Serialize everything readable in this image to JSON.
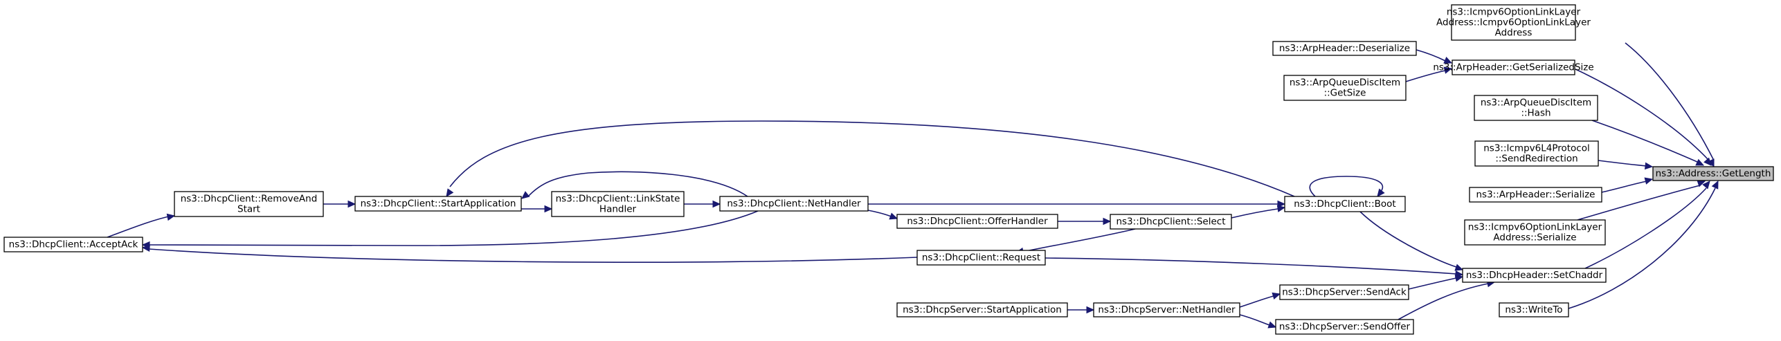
{
  "colors": {
    "edge": "#191970",
    "node_border": "#000000",
    "node_fill": "#ffffff",
    "root_fill": "#bfbfbf"
  },
  "nodes": [
    {
      "id": "getlength",
      "lines": [
        "ns3::Address::GetLength"
      ],
      "root": true
    },
    {
      "id": "icmpv6_ctor",
      "lines": [
        "ns3::Icmpv6OptionLinkLayer",
        "Address::Icmpv6OptionLinkLayer",
        "Address"
      ]
    },
    {
      "id": "arp_getser",
      "lines": [
        "ns3::ArpHeader::GetSerializedSize"
      ]
    },
    {
      "id": "arp_deser",
      "lines": [
        "ns3::ArpHeader::Deserialize"
      ]
    },
    {
      "id": "arpq_getsize",
      "lines": [
        "ns3::ArpQueueDiscItem",
        "::GetSize"
      ]
    },
    {
      "id": "arpq_hash",
      "lines": [
        "ns3::ArpQueueDiscItem",
        "::Hash"
      ]
    },
    {
      "id": "icmpv6l4_sendred",
      "lines": [
        "ns3::Icmpv6L4Protocol",
        "::SendRedirection"
      ]
    },
    {
      "id": "arp_ser",
      "lines": [
        "ns3::ArpHeader::Serialize"
      ]
    },
    {
      "id": "icmpv6opt_ser",
      "lines": [
        "ns3::Icmpv6OptionLinkLayer",
        "Address::Serialize"
      ]
    },
    {
      "id": "dhcph_setchaddr",
      "lines": [
        "ns3::DhcpHeader::SetChaddr"
      ]
    },
    {
      "id": "writeto",
      "lines": [
        "ns3::WriteTo"
      ]
    },
    {
      "id": "boot",
      "lines": [
        "ns3::DhcpClient::Boot"
      ]
    },
    {
      "id": "select",
      "lines": [
        "ns3::DhcpClient::Select"
      ]
    },
    {
      "id": "offerhandler",
      "lines": [
        "ns3::DhcpClient::OfferHandler"
      ]
    },
    {
      "id": "nethandler",
      "lines": [
        "ns3::DhcpClient::NetHandler"
      ]
    },
    {
      "id": "linkstate",
      "lines": [
        "ns3::DhcpClient::LinkState",
        "Handler"
      ]
    },
    {
      "id": "startapp",
      "lines": [
        "ns3::DhcpClient::StartApplication"
      ]
    },
    {
      "id": "removeandstart",
      "lines": [
        "ns3::DhcpClient::RemoveAnd",
        "Start"
      ]
    },
    {
      "id": "acceptack",
      "lines": [
        "ns3::DhcpClient::AcceptAck"
      ]
    },
    {
      "id": "request",
      "lines": [
        "ns3::DhcpClient::Request"
      ]
    },
    {
      "id": "srv_sendack",
      "lines": [
        "ns3::DhcpServer::SendAck"
      ]
    },
    {
      "id": "srv_sendoffer",
      "lines": [
        "ns3::DhcpServer::SendOffer"
      ]
    },
    {
      "id": "srv_nethandler",
      "lines": [
        "ns3::DhcpServer::NetHandler"
      ]
    },
    {
      "id": "srv_startapp",
      "lines": [
        "ns3::DhcpServer::StartApplication"
      ]
    }
  ],
  "edges": [
    {
      "from": "icmpv6_ctor",
      "to": "getlength"
    },
    {
      "from": "arp_getser",
      "to": "getlength"
    },
    {
      "from": "arp_deser",
      "to": "arp_getser"
    },
    {
      "from": "arpq_getsize",
      "to": "arp_getser"
    },
    {
      "from": "arpq_hash",
      "to": "getlength"
    },
    {
      "from": "icmpv6l4_sendred",
      "to": "getlength"
    },
    {
      "from": "arp_ser",
      "to": "getlength"
    },
    {
      "from": "icmpv6opt_ser",
      "to": "getlength"
    },
    {
      "from": "dhcph_setchaddr",
      "to": "getlength"
    },
    {
      "from": "writeto",
      "to": "getlength"
    },
    {
      "from": "boot",
      "to": "dhcph_setchaddr"
    },
    {
      "from": "boot",
      "to": "boot"
    },
    {
      "from": "boot",
      "to": "startapp"
    },
    {
      "from": "nethandler",
      "to": "boot"
    },
    {
      "from": "select",
      "to": "boot"
    },
    {
      "from": "offerhandler",
      "to": "select"
    },
    {
      "from": "nethandler",
      "to": "offerhandler"
    },
    {
      "from": "linkstate",
      "to": "nethandler"
    },
    {
      "from": "startapp",
      "to": "linkstate"
    },
    {
      "from": "nethandler",
      "to": "startapp"
    },
    {
      "from": "removeandstart",
      "to": "startapp"
    },
    {
      "from": "acceptack",
      "to": "removeandstart"
    },
    {
      "from": "nethandler",
      "to": "acceptack"
    },
    {
      "from": "request",
      "to": "acceptack"
    },
    {
      "from": "select",
      "to": "request"
    },
    {
      "from": "request",
      "to": "dhcph_setchaddr"
    },
    {
      "from": "srv_sendack",
      "to": "dhcph_setchaddr"
    },
    {
      "from": "srv_sendoffer",
      "to": "dhcph_setchaddr"
    },
    {
      "from": "srv_nethandler",
      "to": "srv_sendack"
    },
    {
      "from": "srv_nethandler",
      "to": "srv_sendoffer"
    },
    {
      "from": "srv_startapp",
      "to": "srv_nethandler"
    }
  ]
}
